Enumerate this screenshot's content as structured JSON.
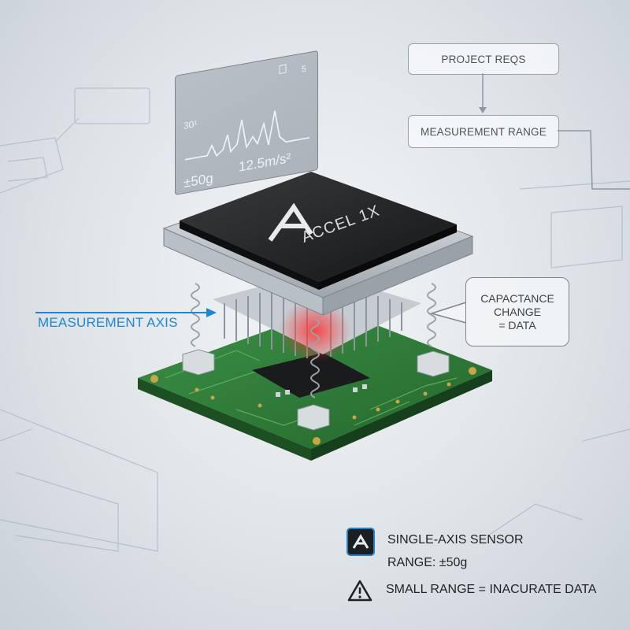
{
  "flow": {
    "box1": "PROJECT REQS",
    "box2": "MEASUREMENT RANGE"
  },
  "scope": {
    "top_left": "30¹",
    "top_right": "5",
    "range": "±50g",
    "reading": "12.5m/s²"
  },
  "chip": {
    "brand_letter": "A",
    "name": "ACCEL 1X"
  },
  "labels": {
    "axis": "MEASUREMENT AXIS",
    "callout_lines": [
      "CAPACTANCE",
      "CHANGE",
      "= DATA"
    ]
  },
  "legend": {
    "logo_letter": "A",
    "sensor_type": "SINGLE-AXIS SENSOR",
    "range": "RANGE:  ±50g",
    "warning": "SMALL RANGE = INACURATE DATA"
  },
  "colors": {
    "accent_blue": "#1f86d0",
    "pcb_green": "#2f7d3a",
    "glow_red": "#ff3030"
  }
}
